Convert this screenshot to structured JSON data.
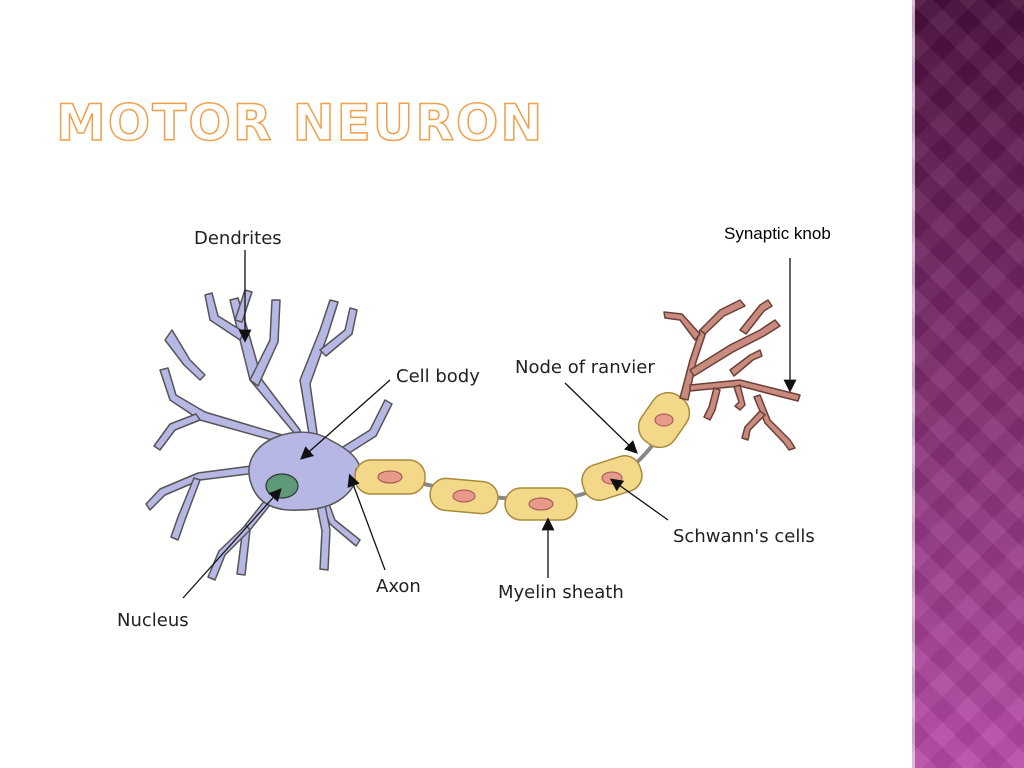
{
  "title": "MOTOR NEURON",
  "labels": {
    "dendrites": "Dendrites",
    "synaptic_knob": "Synaptic knob",
    "cell_body": "Cell body",
    "node_of_ranvier": "Node of ranvier",
    "schwanns_cells": "Schwann's cells",
    "myelin_sheath": "Myelin sheath",
    "axon": "Axon",
    "nucleus": "Nucleus"
  },
  "colors": {
    "title_outline": "#f0a04a",
    "cell_body": "#b7b7e6",
    "nucleus": "#5e9a78",
    "myelin": "#f3d889",
    "schwann_nucleus": "#e89a8a",
    "terminal": "#c98b7e",
    "side_band": "#7a2a6a"
  }
}
